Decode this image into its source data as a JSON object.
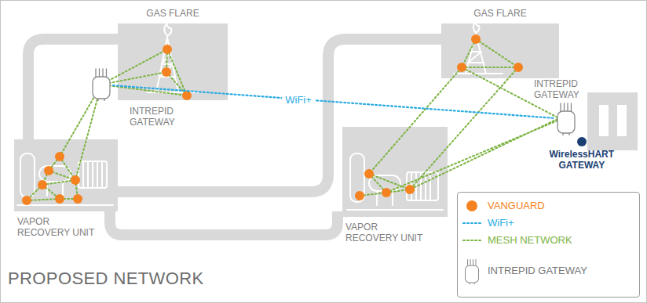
{
  "diagram": {
    "title": "PROPOSED NETWORK",
    "nodes": [
      {
        "text": [
          "GAS FLARE"
        ]
      },
      {
        "text": [
          "GAS FLARE"
        ]
      },
      {
        "text": [
          "INTREPID GATEWAY"
        ]
      },
      {
        "text": [
          "INTREPID GATEWAY"
        ]
      },
      {
        "text": [
          "WirelessHART GATEWAY"
        ]
      },
      {
        "text": [
          "VAPOR RECOVERY UNIT"
        ]
      },
      {
        "text": [
          "VAPOR RECOVERY UNIT"
        ]
      }
    ],
    "edges": [
      {
        "from": 2,
        "to": 3,
        "label": "WiFi+",
        "arrow": "none"
      }
    ],
    "legend": [
      {
        "text": "VANGUARD",
        "color": "#f58220"
      },
      {
        "text": "WiFi+"
      },
      {
        "text": "MESH NETWORK"
      },
      {
        "text": "INTREPID GATEWAY"
      }
    ]
  }
}
